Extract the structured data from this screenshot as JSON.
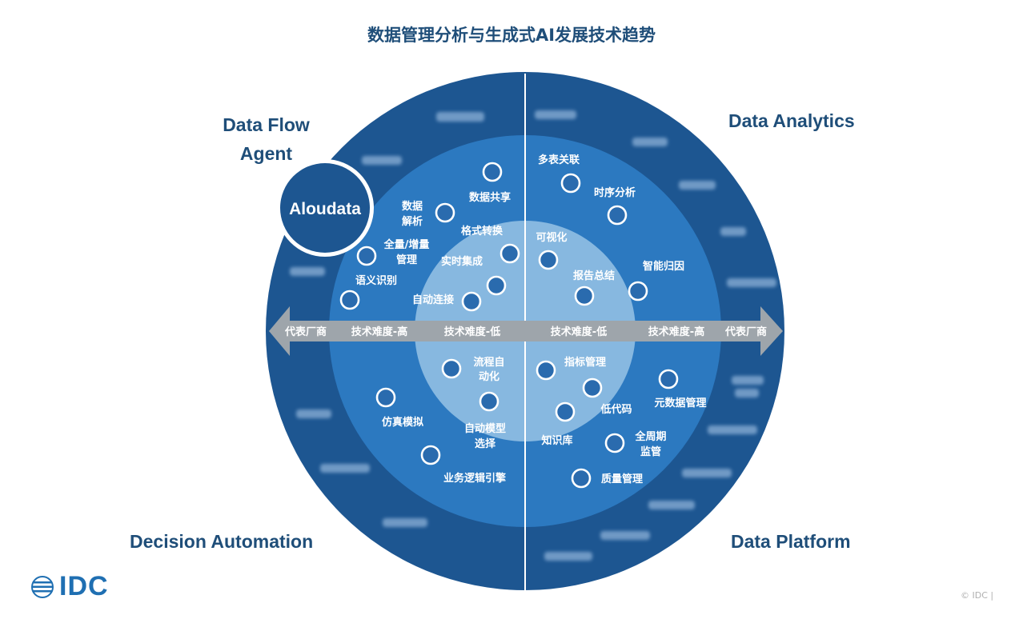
{
  "title": "数据管理分析与生成式AI发展技术趋势",
  "quadrants": {
    "top_left_line1": "Data Flow",
    "top_left_line2": "Agent",
    "top_right": "Data Analytics",
    "bottom_left": "Decision Automation",
    "bottom_right": "Data Platform"
  },
  "badge": "Aloudata",
  "axis": {
    "left_vendor": "代表厂商",
    "left_high": "技术难度-高",
    "left_low": "技术难度-低",
    "right_low": "技术难度-低",
    "right_high": "技术难度-高",
    "right_vendor": "代表厂商"
  },
  "items": {
    "shuju_gongxiang": "数据共享",
    "shuju_jiexi_1": "数据",
    "shuju_jiexi_2": "解析",
    "geshi_zhuanhuan": "格式转换",
    "quanliang_1": "全量/增量",
    "quanliang_2": "管理",
    "shishi_jicheng": "实时集成",
    "yuyi_shibie": "语义识别",
    "zidong_lianjie": "自动连接",
    "duobiao_guanlian": "多表关联",
    "shixu_fenxi": "时序分析",
    "keshihua": "可视化",
    "zhineng_guiyin": "智能归因",
    "baogao_zongjie": "报告总结",
    "liucheng_1": "流程自",
    "liucheng_2": "动化",
    "fangzhen_moni": "仿真模拟",
    "zidong_moxing_1": "自动模型",
    "zidong_moxing_2": "选择",
    "yewu_luoji": "业务逻辑引擎",
    "zhibiao_guanli": "指标管理",
    "yuanshuju_guanli": "元数据管理",
    "didaima": "低代码",
    "zhishiku": "知识库",
    "quanzhouqi_1": "全周期",
    "quanzhouqi_2": "监管",
    "zhiliang_guanli": "质量管理"
  },
  "logo": "IDC",
  "copyright": "© IDC |",
  "colors": {
    "outer_ring": "#1d5691",
    "middle_ring": "#2c79c0",
    "inner_circle": "#87b8e0",
    "title": "#1f4e79",
    "arrow": "#9ea5ab",
    "logo": "#1f6fb2"
  }
}
